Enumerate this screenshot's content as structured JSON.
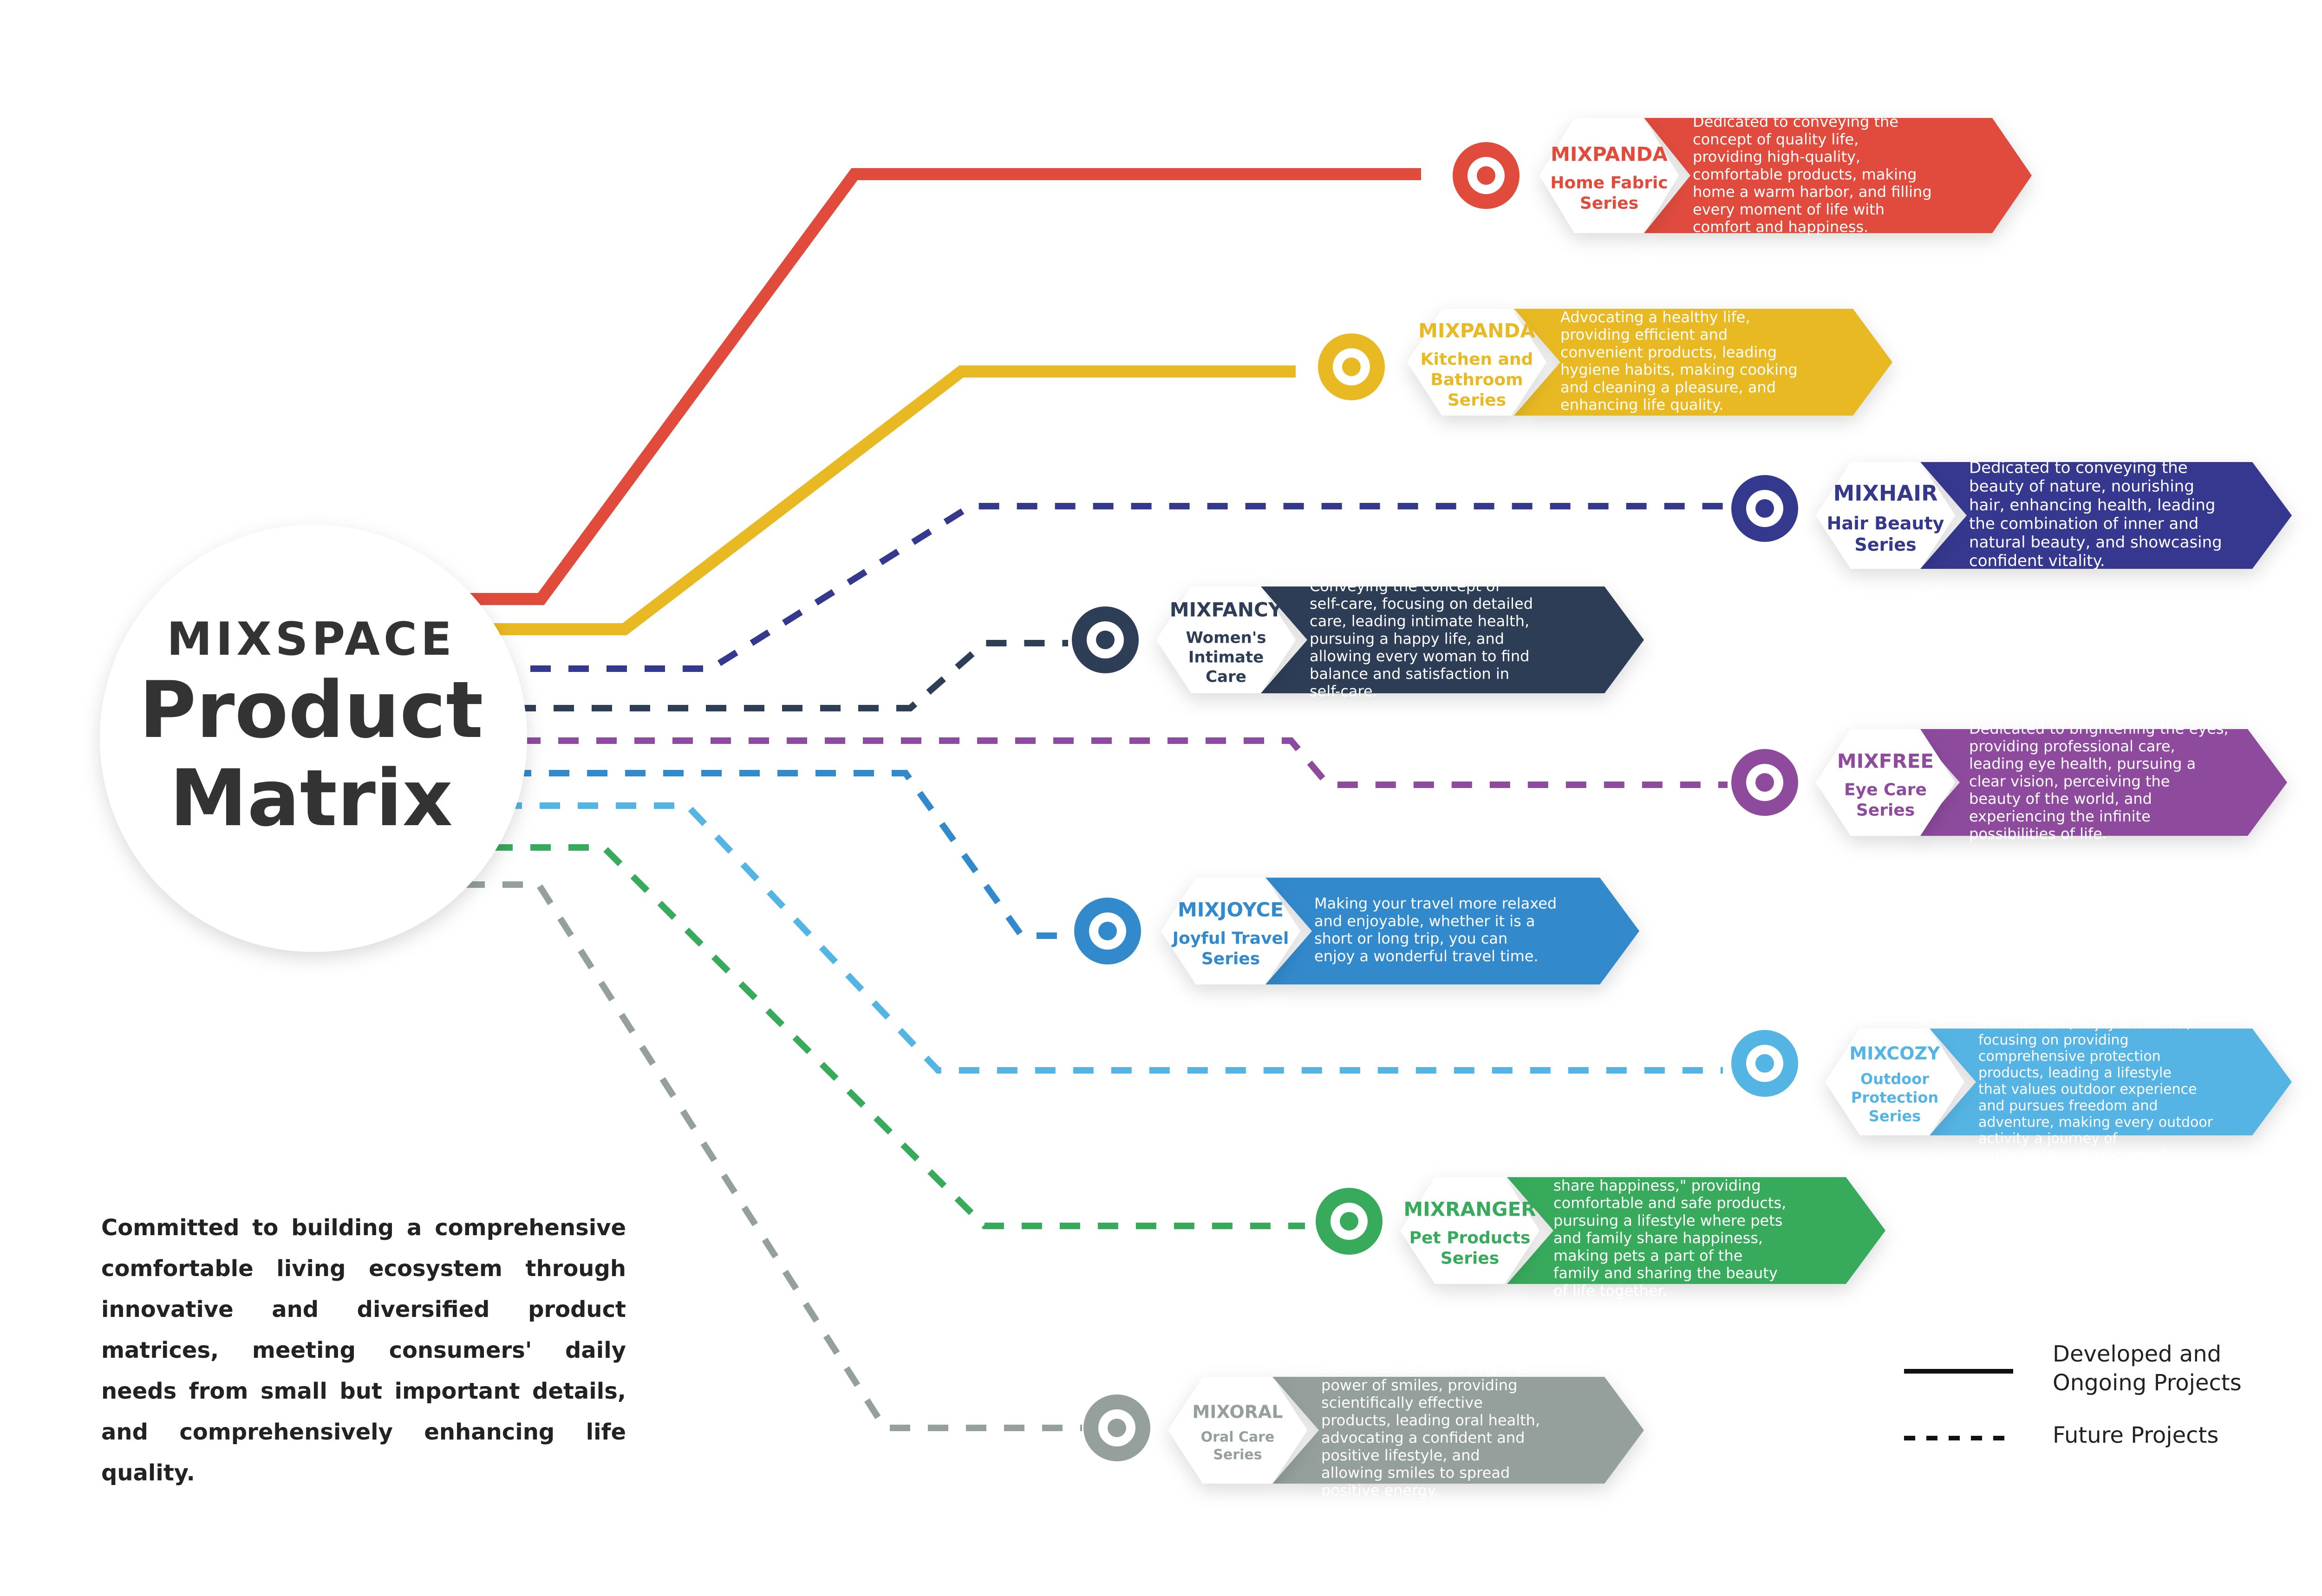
{
  "hub": {
    "brand": "MIXSPACE",
    "title": "Product Matrix"
  },
  "intro": "Committed to building a comprehensive comfortable living ecosystem through innovative and diversified product matrices, meeting consumers' daily needs from small but important details, and comprehensively enhancing life quality.",
  "legend": {
    "solid_label": "Developed and Ongoing Projects",
    "dashed_label": "Future Projects"
  },
  "products": [
    {
      "name": "MIXPANDA",
      "series": "Home Fabric Series",
      "description": "Dedicated to conveying the concept of quality life, providing high-quality, comfortable products, making home a warm harbor, and filling every moment of life with comfort and happiness.",
      "color": "#e04b3c",
      "status": "developed"
    },
    {
      "name": "MIXPANDA",
      "series": "Kitchen and Bathroom Series",
      "description": "Advocating a healthy life, providing efficient and convenient products, leading hygiene habits, making cooking and cleaning a pleasure, and enhancing life quality.",
      "color": "#e8b923",
      "status": "developed"
    },
    {
      "name": "MIXHAIR",
      "series": "Hair Beauty Series",
      "description": "Dedicated to conveying the beauty of nature, nourishing hair, enhancing health, leading the combination of inner and natural beauty, and showcasing confident vitality.",
      "color": "#35398e",
      "status": "future"
    },
    {
      "name": "MIXFANCY",
      "series": "Women's Intimate Care",
      "description": "Conveying the concept of self-care, focusing on detailed care, leading intimate health, pursuing a happy life, and allowing every woman to find balance and satisfaction in self-care.",
      "color": "#2e3e57",
      "status": "future"
    },
    {
      "name": "MIXFREE",
      "series": "Eye Care Series",
      "description": "Dedicated to brightening the eyes, providing professional care, leading eye health, pursuing a clear vision, perceiving the beauty of the world, and experiencing the infinite possibilities of life.",
      "color": "#8e4b9e",
      "status": "future"
    },
    {
      "name": "MIXJOYCE",
      "series": "Joyful Travel Series",
      "description": "Making your travel more relaxed and enjoyable, whether it is a short or long trip, you can enjoy a wonderful travel time.",
      "color": "#3289cc",
      "status": "future"
    },
    {
      "name": "MIXCOZY",
      "series": "Outdoor Protection Series",
      "description": "Dedicated to conveying \"Explore the unknown, enjoy a free life,\" focusing on providing comprehensive protection products, leading a lifestyle that values outdoor experience and pursues freedom and adventure, making every outdoor activity a journey of exploration and enjoyment.",
      "color": "#54b4e4",
      "status": "future"
    },
    {
      "name": "MIXRANGER",
      "series": "Pet Products Series",
      "description": "Advocating \"Pets and family share happiness,\" providing comfortable and safe products, pursuing a lifestyle where pets and family share happiness, making pets a part of the family and sharing the beauty of life together.",
      "color": "#38aa5c",
      "status": "future"
    },
    {
      "name": "MIXORAL",
      "series": "Oral Care Series",
      "description": "Dedicated to conveying the power of smiles, providing scientifically effective products, leading oral health, advocating a confident and positive lifestyle, and allowing smiles to spread positive energy.",
      "color": "#95a09d",
      "status": "future"
    }
  ]
}
